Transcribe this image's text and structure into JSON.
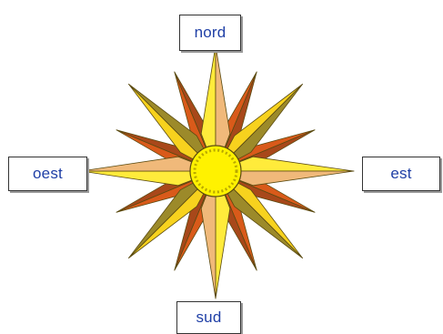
{
  "labels": {
    "north": "nord",
    "west": "oest",
    "east": "est",
    "south": "sud"
  },
  "colors": {
    "cardinal_yellow": "#ffeb3b",
    "cardinal_tan": "#f0b97a",
    "intercardinal_yellow": "#f7d21e",
    "intercardinal_olive": "#9c8a2a",
    "outer_orange": "#d95a1a",
    "outer_dark": "#a8481a",
    "center_yellow": "#fff200",
    "center_dots": "#b8a800",
    "label_text": "#1f3fa6",
    "outline": "#5a4a10"
  }
}
